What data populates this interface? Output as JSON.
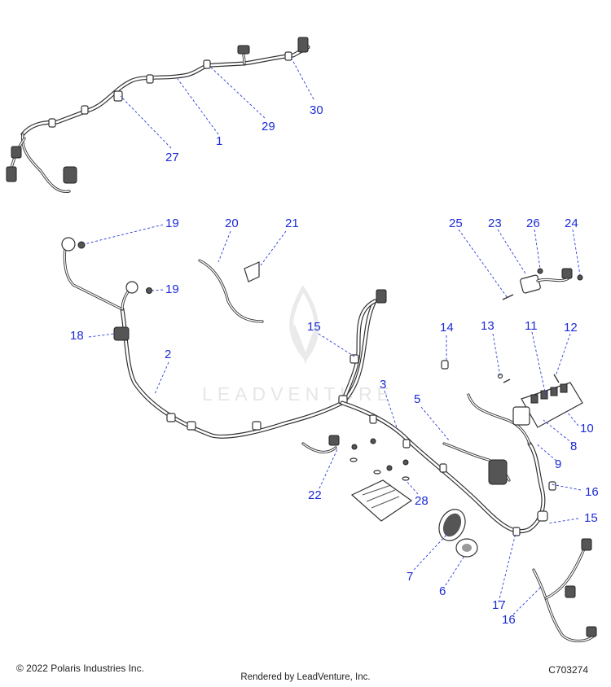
{
  "watermark": "LEADVENTURE",
  "callouts": [
    {
      "id": "c1",
      "label": "1"
    },
    {
      "id": "c2",
      "label": "2"
    },
    {
      "id": "c3",
      "label": "3"
    },
    {
      "id": "c5",
      "label": "5"
    },
    {
      "id": "c6",
      "label": "6"
    },
    {
      "id": "c7",
      "label": "7"
    },
    {
      "id": "c8",
      "label": "8"
    },
    {
      "id": "c9",
      "label": "9"
    },
    {
      "id": "c10",
      "label": "10"
    },
    {
      "id": "c11",
      "label": "11"
    },
    {
      "id": "c12",
      "label": "12"
    },
    {
      "id": "c13",
      "label": "13"
    },
    {
      "id": "c14",
      "label": "14"
    },
    {
      "id": "c15a",
      "label": "15"
    },
    {
      "id": "c15b",
      "label": "15"
    },
    {
      "id": "c16a",
      "label": "16"
    },
    {
      "id": "c16b",
      "label": "16"
    },
    {
      "id": "c17",
      "label": "17"
    },
    {
      "id": "c18",
      "label": "18"
    },
    {
      "id": "c19a",
      "label": "19"
    },
    {
      "id": "c19b",
      "label": "19"
    },
    {
      "id": "c20",
      "label": "20"
    },
    {
      "id": "c21",
      "label": "21"
    },
    {
      "id": "c22",
      "label": "22"
    },
    {
      "id": "c23",
      "label": "23"
    },
    {
      "id": "c24",
      "label": "24"
    },
    {
      "id": "c25",
      "label": "25"
    },
    {
      "id": "c26",
      "label": "26"
    },
    {
      "id": "c27",
      "label": "27"
    },
    {
      "id": "c28",
      "label": "28"
    },
    {
      "id": "c29",
      "label": "29"
    },
    {
      "id": "c30",
      "label": "30"
    }
  ],
  "footer": {
    "copyright": "© 2022 Polaris Industries Inc.",
    "rendered_by": "Rendered by LeadVenture, Inc.",
    "catalog_code": "C703274"
  }
}
